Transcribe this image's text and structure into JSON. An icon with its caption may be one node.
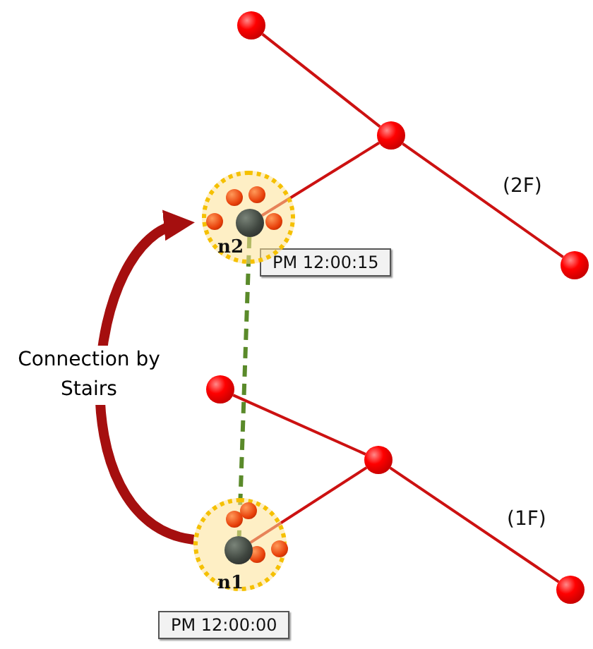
{
  "diagram": {
    "nodes": [
      {
        "text": [],
        "shape": "circle"
      },
      {
        "text": [],
        "shape": "circle"
      },
      {
        "text": [],
        "shape": "circle"
      },
      {
        "text": [
          "n2"
        ],
        "beside": [
          "PM 12:00:15"
        ]
      },
      {
        "text": [],
        "shape": "circle",
        "in": 3
      },
      {
        "text": [],
        "shape": "circle"
      },
      {
        "text": [],
        "shape": "circle"
      },
      {
        "text": [],
        "shape": "circle"
      },
      {
        "text": [
          "n1"
        ],
        "beside": [
          "PM 12:00:00"
        ]
      },
      {
        "text": [],
        "shape": "circle",
        "in": 8
      }
    ],
    "edges": [
      {
        "from": 0,
        "to": 1,
        "arrow": "none"
      },
      {
        "from": 1,
        "to": 2,
        "arrow": "none"
      },
      {
        "from": 1,
        "to": 4,
        "arrow": "none"
      },
      {
        "from": 5,
        "to": 6,
        "arrow": "none"
      },
      {
        "from": 6,
        "to": 7,
        "arrow": "none"
      },
      {
        "from": 6,
        "to": 9,
        "arrow": "none"
      },
      {
        "from": 4,
        "to": 9,
        "arrow": "none",
        "style": "dashed",
        "color": "#5a8a2a"
      },
      {
        "from": 8,
        "to": 3,
        "arrow": "to",
        "style": "thick",
        "color": "#a50f0f"
      }
    ],
    "labels": [
      "(2F)",
      "Connection by Stairs",
      "(1F)"
    ]
  }
}
